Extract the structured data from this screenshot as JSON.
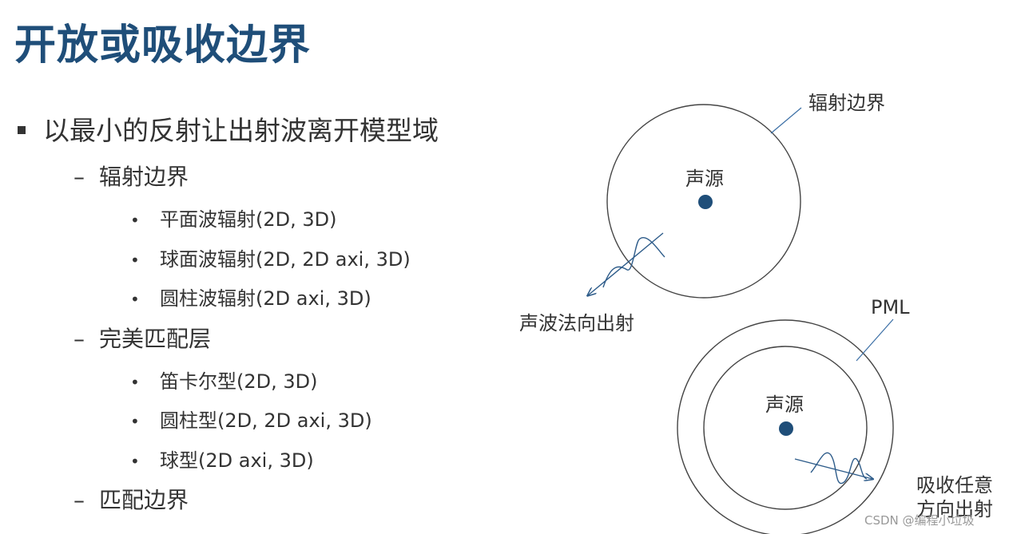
{
  "slide": {
    "title": "开放或吸收边界",
    "main_point": "以最小的反射让出射波离开模型域",
    "sections": [
      {
        "label": "辐射边界",
        "items": [
          "平面波辐射(2D, 3D)",
          "球面波辐射(2D, 2D axi, 3D)",
          "圆柱波辐射(2D axi, 3D)"
        ]
      },
      {
        "label": "完美匹配层",
        "items": [
          "笛卡尔型(2D, 3D)",
          "圆柱型(2D, 2D axi, 3D)",
          "球型(2D axi, 3D)"
        ]
      },
      {
        "label": "匹配边界",
        "items": []
      }
    ]
  },
  "diagram": {
    "top": {
      "boundary_label": "辐射边界",
      "source_label": "声源",
      "wave_label": "声波法向出射"
    },
    "bottom": {
      "layer_label": "PML",
      "source_label": "声源",
      "wave_label_line1": "吸收任意",
      "wave_label_line2": "方向出射"
    },
    "colors": {
      "title": "#1f4e79",
      "source_dot": "#1f4e79",
      "wave": "#2e5c8a",
      "leader": "#3a6ea5"
    }
  },
  "watermark": "CSDN @编程小垃圾"
}
